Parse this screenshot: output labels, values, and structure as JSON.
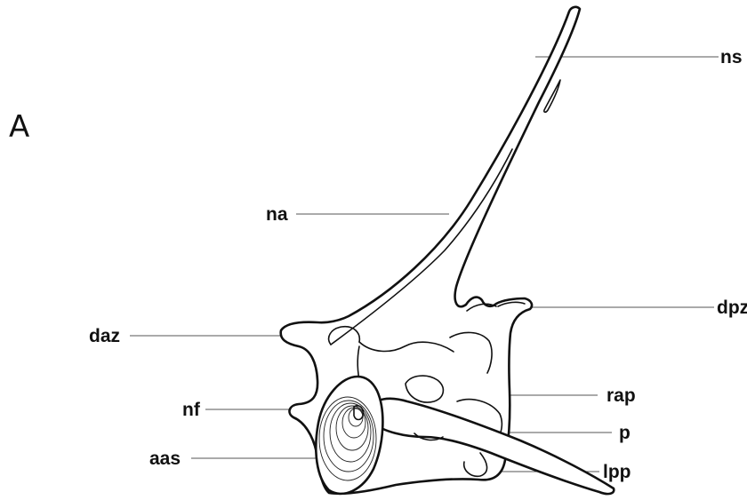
{
  "panel_label": "A",
  "labels": {
    "ns": "ns",
    "na": "na",
    "dpz": "dpz",
    "daz": "daz",
    "rap": "rap",
    "nf": "nf",
    "p": "p",
    "aas": "aas",
    "lpp": "lpp"
  }
}
